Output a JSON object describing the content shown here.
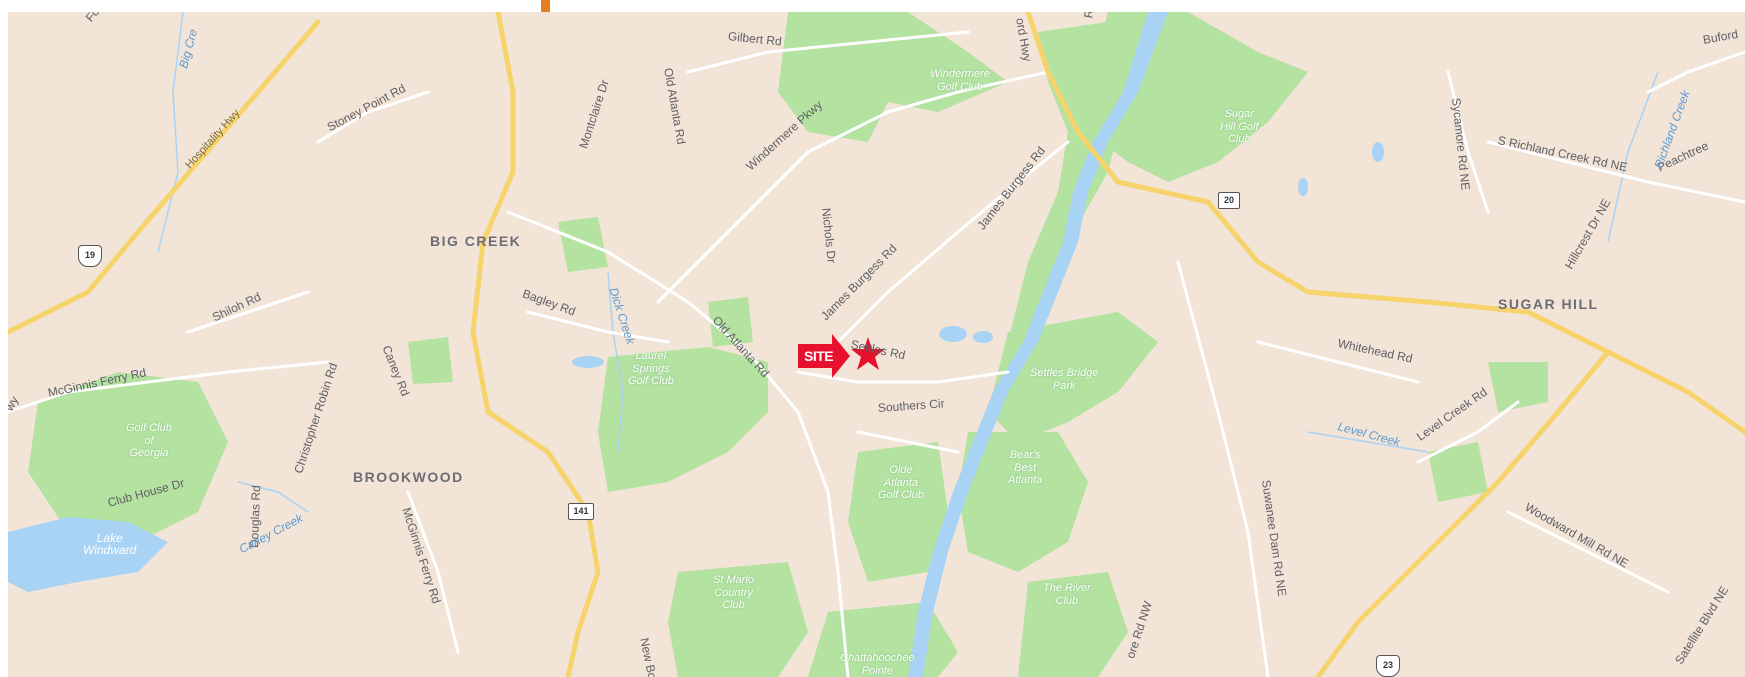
{
  "site": {
    "label": "SITE"
  },
  "areas": {
    "big_creek": "BIG CREEK",
    "brookwood": "BROOKWOOD",
    "sugar_hill": "SUGAR HILL"
  },
  "roads": {
    "gilbert": "Gilbert Rd",
    "stoney_point": "Stoney Point Rd",
    "hospitality": "Hospitality Hwy",
    "old_atlanta_top": "Old Atlanta Rd",
    "montclaire": "Montclaire Dr",
    "windermere_pkwy": "Windermere Pkwy",
    "nichols": "Nichols Dr",
    "james_burgess_1": "James Burgess Rd",
    "james_burgess_2": "James Burgess Rd",
    "shiloh": "Shiloh Rd",
    "bagley": "Bagley Rd",
    "old_atlanta_mid": "Old Atlanta Rd",
    "settles": "Settles Rd",
    "mcginnis_ferry": "McGinnis Ferry Rd",
    "christopher_robin": "Christopher Robin Rd",
    "caney": "Caney Rd",
    "southers": "Southers Cir",
    "club_house": "Club House Dr",
    "douglas": "Douglas Rd",
    "mcginnis_ferry_2": "McGinnis Ferry Rd",
    "new_bo": "New Bo",
    "sycamore": "Sycamore Rd NE",
    "richland_creek_rd": "S Richland Creek Rd NE",
    "peachtree": "Peachtree",
    "hillcrest": "Hillcrest Dr NE",
    "whitehead": "Whitehead Rd",
    "level_creek_rd": "Level Creek Rd",
    "suwanee_dam": "Suwanee Dam Rd NE",
    "woodward_mill": "Woodward Mill Rd NE",
    "satellite": "Satellite Blvd NE",
    "buford": "Buford",
    "buford_hwy": "ord Hwy",
    "ri": "Ri",
    "fo": "Fo",
    "ore_rd": "ore Rd NW",
    "wy": "wy"
  },
  "water": {
    "big_creek_w": "Big Cre",
    "dick_creek": "Dick Creek",
    "caney_creek": "Caney Creek",
    "level_creek": "Level Creek",
    "richland_creek": "Richland Creek",
    "lake_windward": "Lake\nWindward"
  },
  "parks": {
    "windermere": "Windermere\nGolf Club",
    "sugar_hill_golf": "Sugar\nHill Golf\nClub",
    "laurel_springs": "Laurel\nSprings\nGolf Club",
    "settles_bridge": "Settles Bridge\nPark",
    "golf_club_georgia": "Golf Club\nof\nGeorgia",
    "bears_best": "Bear's\nBest\nAtlanta",
    "olde_atlanta": "Olde\nAtlanta\nGolf Club",
    "st_marlo": "St Marlo\nCountry\nClub",
    "river_club": "The River\nClub",
    "chattahoochee": "Chattahoochee\nPointe"
  },
  "shields": {
    "us19": "19",
    "sr20": "20",
    "sr141": "141",
    "us23": "23"
  },
  "colors": {
    "land": "#f2e4d6",
    "park": "#b3e2a1",
    "water": "#a8d3f5",
    "highway": "#f6d36b",
    "road": "#ffffff",
    "site_red": "#e8112d",
    "accent_orange": "#e67e22"
  }
}
